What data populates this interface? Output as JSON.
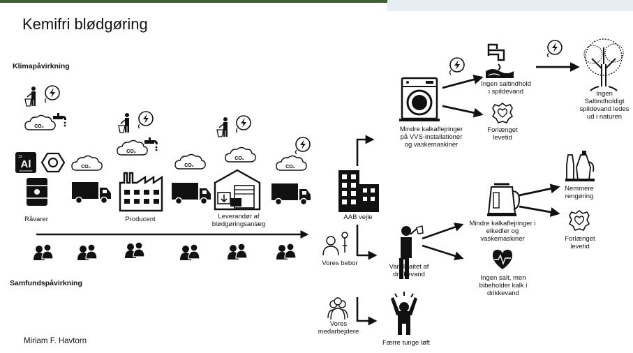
{
  "title": "Kemifri blødgøring",
  "sections": {
    "climate": "Klimapåvirkning",
    "society": "Samfundspåvirkning"
  },
  "chain": {
    "raw": "Råvarer",
    "producer": "Producent",
    "supplier_line1": "Leverandør af",
    "supplier_line2": "blødgøringsanlæg",
    "customer": "AAB vejle",
    "aluminium_label": "Al",
    "aluminium_sub": "Aluminium",
    "aluminium_num": "13"
  },
  "top_branch": {
    "machines_l1": "Mindre kalkaflejringer",
    "machines_l2": "på VVS-installationer",
    "machines_l3": "og vaskemaskiner",
    "salt_l1": "Ingen saltindhold",
    "salt_l2": "i spildevand",
    "longer_l1": "Forlænget",
    "longer_l2": "levetid",
    "nature_l1": "Ingen",
    "nature_l2": "Saltindholdigt",
    "nature_l3": "spildevand ledes",
    "nature_l4": "ud i naturen"
  },
  "bottom_branch": {
    "resident": "Vores bebor",
    "drink_l1": "Vandklaitet af",
    "drink_l2": "drikkevand",
    "kettle_l1": "Mindre kalkaflejringer i",
    "kettle_l2": "elkedler og",
    "kettle_l3": "vaskemaskiner",
    "clean_l1": "Nemmere",
    "clean_l2": "rengøring",
    "longer_l1": "Forlænget",
    "longer_l2": "levetid",
    "salt_l1": "Ingen salt, men",
    "salt_l2": "bibeholder kalk i",
    "salt_l3": "drikkevand",
    "staff_l1": "Vores",
    "staff_l2": "medarbejdere",
    "lifting": "Færre tunge løft"
  },
  "co2_label": "CO₂",
  "author": "Miriam F. Havtorn",
  "colors": {
    "frame": "#3e5f2f",
    "ink": "#111111",
    "strip": "#e6eef4"
  }
}
